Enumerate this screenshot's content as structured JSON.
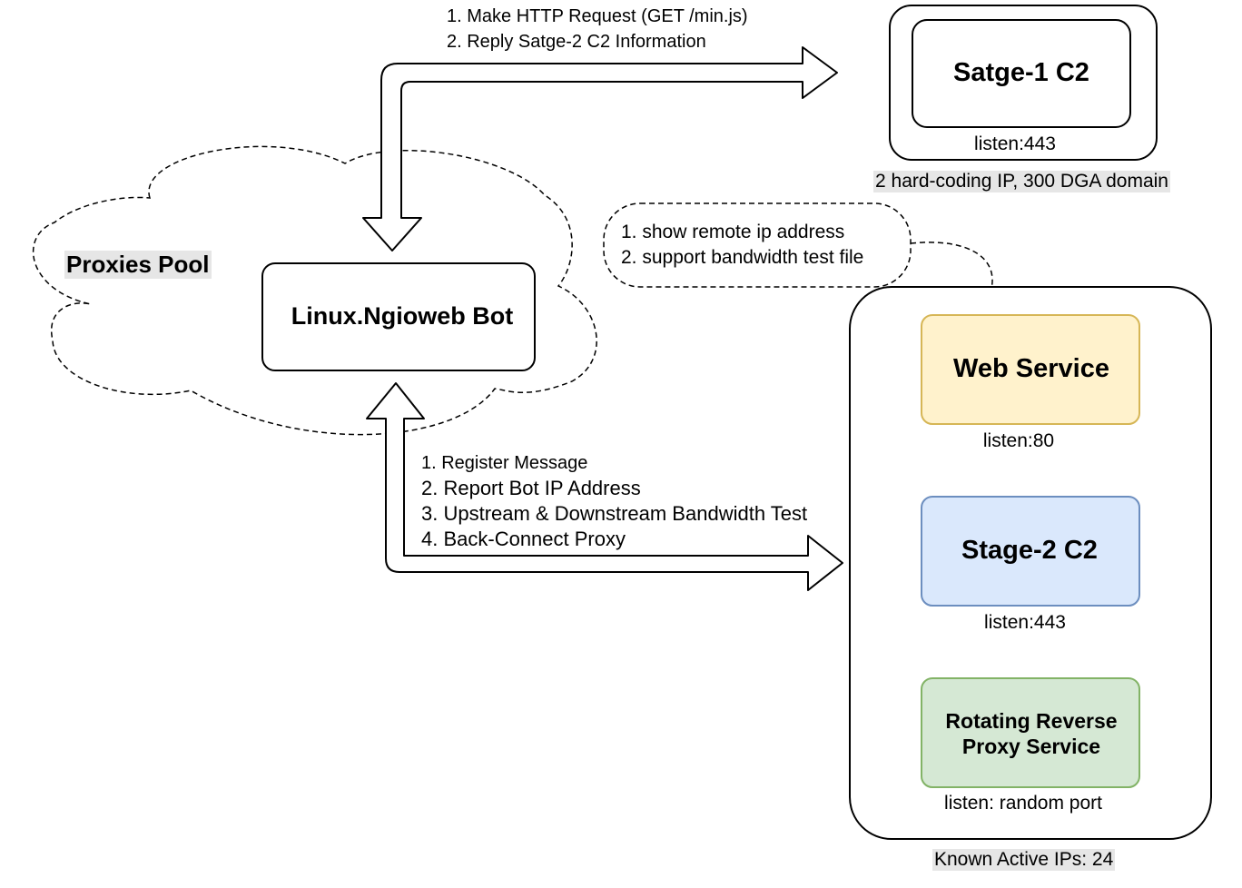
{
  "stage1": {
    "title": "Satge-1 C2",
    "listen": "listen:443",
    "note": "2 hard-coding IP, 300 DGA domain"
  },
  "request_labels": {
    "line1": "1. Make HTTP Request (GET /min.js)",
    "line2": "2. Reply Satge-2 C2 Information"
  },
  "proxies_pool": {
    "label": "Proxies Pool"
  },
  "bot": {
    "title": "Linux.Ngioweb Bot"
  },
  "web_note": {
    "line1": "1. show remote ip address",
    "line2": "2. support bandwidth test file"
  },
  "register_labels": {
    "line1": "1. Register Message",
    "line2": "2. Report Bot IP Address",
    "line3": "3. Upstream & Downstream Bandwidth Test",
    "line4": "4. Back-Connect Proxy"
  },
  "services": {
    "web": {
      "title": "Web Service",
      "listen": "listen:80",
      "fill": "#fff2cc",
      "stroke": "#d6b656"
    },
    "stage2": {
      "title": "Stage-2 C2",
      "listen": "listen:443",
      "fill": "#dae8fc",
      "stroke": "#6c8ebf"
    },
    "rotating": {
      "title_line1": "Rotating Reverse",
      "title_line2": "Proxy Service",
      "listen": "listen: random port",
      "fill": "#d5e8d4",
      "stroke": "#82b366"
    }
  },
  "known_ips": {
    "label": "Known Active IPs: 24"
  }
}
